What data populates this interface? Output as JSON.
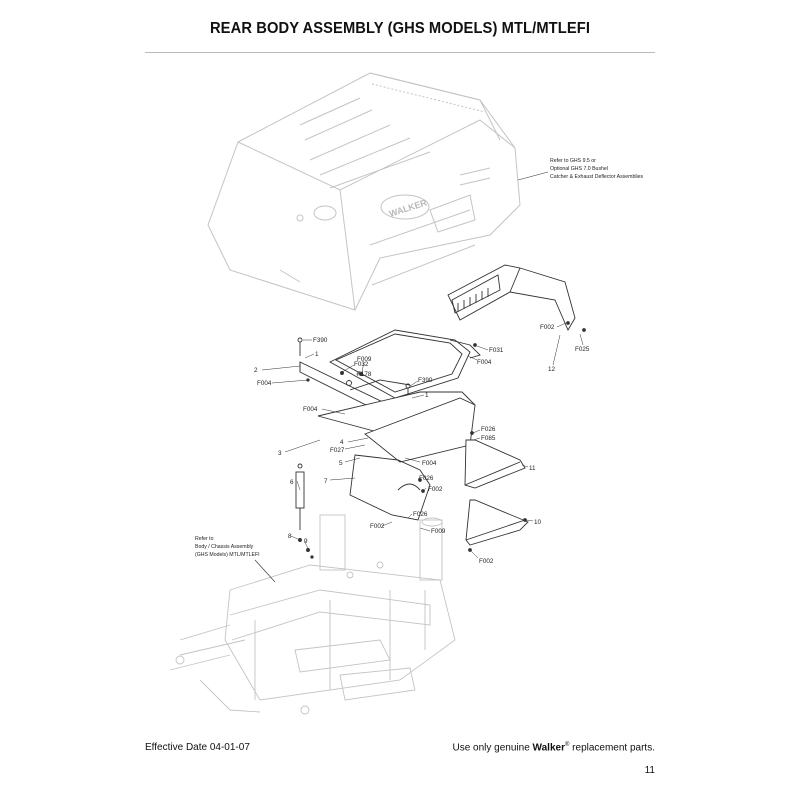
{
  "page": {
    "title": "REAR BODY ASSEMBLY (GHS MODELS) MTL/MTLEFI",
    "effective_date": "Effective Date 04-01-07",
    "footer_pre": "Use only genuine",
    "footer_brand": "Walker",
    "footer_reg": "®",
    "footer_post": "replacement parts.",
    "page_number": "11"
  },
  "diagram": {
    "body_logo": "WALKER",
    "note_top": [
      "Refer to GHS 9.5 or",
      "Optional GHS 7.0 Bushel",
      "Catcher & Exhaust Deflector Assemblies"
    ],
    "note_bottom": [
      "Refer to",
      "Body / Chassis Assembly",
      "(GHS Models) MTL/MTLEFI"
    ],
    "callouts": {
      "F390a": "F390",
      "c1a": "1",
      "c2": "2",
      "F004a": "F004",
      "F032": "F032",
      "F178": "F178",
      "F009a": "F009",
      "F390b": "F390",
      "c1b": "1",
      "F004b": "F004",
      "F031": "F031",
      "F004c": "F004",
      "F002a": "F002",
      "F025": "F025",
      "c12": "12",
      "c3": "3",
      "c4": "4",
      "F027": "F027",
      "c5": "5",
      "F004d": "F004",
      "c6": "6",
      "c7": "7",
      "F026a": "F026",
      "F002b": "F002",
      "F026b": "F026",
      "F002c": "F002",
      "F009b": "F009",
      "c8": "8",
      "c9": "9",
      "F026c": "F026",
      "F085": "F085",
      "c11": "11",
      "c10": "10",
      "F002d": "F002"
    }
  }
}
